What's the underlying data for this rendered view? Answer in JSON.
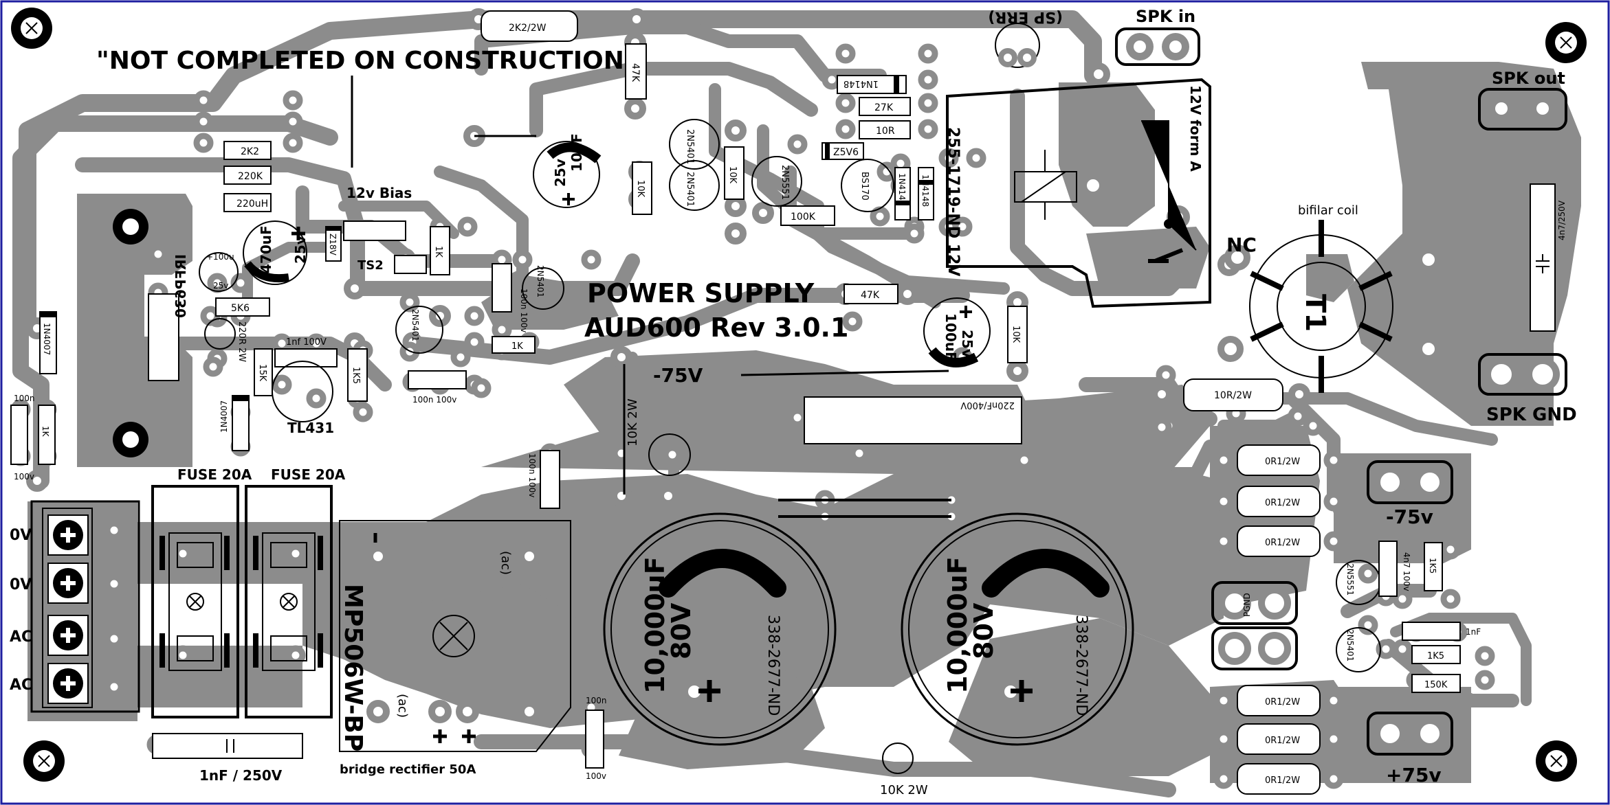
{
  "board": {
    "warning_note": "\"NOT COMPLETED ON CONSTRUCTION\"",
    "title_line1": "POWER SUPPLY",
    "title_line2": "AUD600 Rev 3.0.1",
    "rail_minus": "-75V",
    "colors": {
      "copper": "#8c8c8c",
      "silk": "#000000",
      "background": "#ffffff",
      "frame": "#1e1ea0"
    }
  },
  "connectors": {
    "spk_in": "SPK in",
    "spk_out": "SPK out",
    "spk_gnd": "SPK GND",
    "sp_err": "(SP ERR)",
    "out_minus75": "-75v",
    "out_plus75": "+75v",
    "pgnd": "PGND",
    "terminal_labels": [
      "0V",
      "0V",
      "AC",
      "AC"
    ]
  },
  "relay": {
    "part": "255-1719-ND 12V",
    "type": "12V form A",
    "nc": "NC"
  },
  "transformer": {
    "ref": "T1",
    "label": "bifilar coil"
  },
  "resistors": {
    "top_2k2_2w": "2K2/2W",
    "r47k_top": "47K",
    "r27k": "27K",
    "r10r": "10R",
    "r100k": "100K",
    "r47k_mid": "47K",
    "r10k_a": "10K",
    "r10k_b": "10K",
    "r10k_c": "10K",
    "r2k2": "2K2",
    "r220k": "220K",
    "r5k6": "5K6",
    "r15k": "15K",
    "r1k5_a": "1K5",
    "r1k_a": "1K",
    "r1k_b": "1K",
    "r1k_c": "1K",
    "r10r_2w": "10R/2W",
    "r0r1": "0R1/2W",
    "r1k5_b": "1K5",
    "r1k5_c": "1K5",
    "r150k": "150K",
    "r10k_2w": "10K 2W"
  },
  "capacitors": {
    "c10uf": "10uF",
    "c10uf_v": "25v",
    "c470uf": "470uF",
    "c470uf_v": "25v",
    "c100uf_small": "+100u",
    "c100uf_small_v": "25v",
    "c100uf": "100uF",
    "c100uf_v": "25v",
    "c220uh": "220uH",
    "c1nf_100v": "1nf   100V",
    "c100n_a": "100n",
    "c100v_a": "100v",
    "c100n_100v": "100n 100v",
    "c220nf": "220nF/400V",
    "c4n7_250v": "4n7/250V",
    "c1nf_250v": "1nF / 250V",
    "c4n7_100v": "4n7 100v",
    "c1nf": "1nF",
    "big_cap_value": "10,000uF",
    "big_cap_voltage": "80V",
    "big_cap_part": "338-2677-ND"
  },
  "semis": {
    "q_2n5401": "2N5401",
    "q_2n5551": "2N5551",
    "q_bs170": "BS170",
    "d_1n4148": "1N4148",
    "d_1n4007": "1N4007",
    "z_5v6": "Z5V6",
    "z_18v": "Z18V",
    "irfp630": "IRFP630",
    "tl431": "TL431",
    "ts2": "TS2",
    "bias": "12v Bias",
    "bridge_part": "MP506W-BP",
    "bridge_label": "bridge rectifier 50A",
    "ac_label": "(ac)",
    "r220r_2w": "220R 2W"
  },
  "fuses": {
    "f1": "FUSE 20A",
    "f2": "FUSE 20A"
  }
}
